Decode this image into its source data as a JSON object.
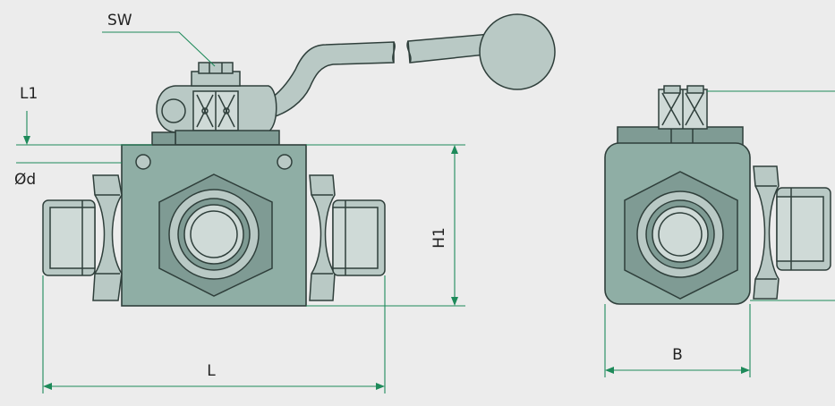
{
  "labels": {
    "sw": "SW",
    "l1": "L1",
    "od": "Ød",
    "h1": "H1",
    "l": "L",
    "b": "B"
  },
  "colors": {
    "body": "#8faea5",
    "light": "#b9c9c5",
    "outline": "#2f3f3b",
    "dimension": "#1e8a5a",
    "background": "#ececec"
  }
}
